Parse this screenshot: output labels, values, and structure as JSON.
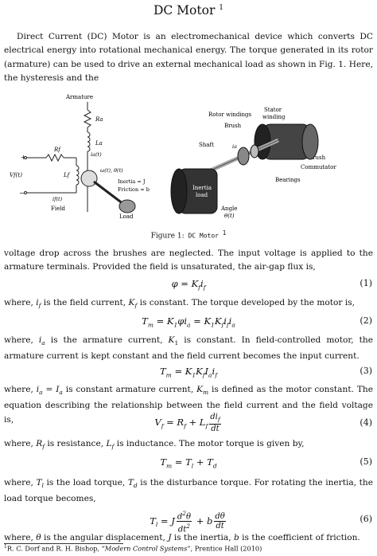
{
  "title": "DC Motor",
  "title_note": "1",
  "intro": "Direct Current (DC) Motor is an electromechanical device which converts DC electrical energy into rotational mechanical energy. The torque generated in its rotor (armature) can be used to drive an external mechanical load as shown in Fig. 1. Here, the hysteresis and the",
  "figure": {
    "labels": {
      "armature": "Armature",
      "ra": "Ra",
      "la": "La",
      "ia": "ia(t)",
      "rf": "Rf",
      "vf": "Vf(t)",
      "lf": "Lf",
      "omega": "ω(t), θ(t)",
      "inertia": "Inertia = J",
      "friction": "Friction = b",
      "if": "if(t)",
      "field": "Field",
      "load": "Load",
      "stator": "Stator",
      "winding": "winding",
      "rotor_windings": "Rotor windings",
      "brush_top": "Brush",
      "shaft": "Shaft",
      "ia_small": "ia",
      "brush_right": "Brush",
      "commutator": "Commutator",
      "bearings": "Bearings",
      "inertia_load_1": "Inertia",
      "inertia_load_2": "load",
      "angle_1": "Angle",
      "angle_2": "θ(t)",
      "plus": "+",
      "minus": "−"
    },
    "caption_prefix": "Figure 1:",
    "caption_text": "DC Motor",
    "caption_note": "1"
  },
  "para1": "voltage drop across the brushes are neglected. The input voltage is applied to the armature terminals. Provided the field is unsaturated, the air-gap flux is,",
  "eq1": {
    "num": "(1)"
  },
  "para2": "where, i_f is the field current, K_f is constant. The torque developed by the motor is,",
  "eq2": {
    "num": "(2)"
  },
  "para3": "where, i_a is the armature current, K_1 is constant. In field-controlled motor, the armature current is kept constant and the field current becomes the input current.",
  "eq3": {
    "num": "(3)"
  },
  "para4": "where, i_a = I_a is constant armature current, K_m is defined as the motor constant. The equation describing the relationship between the field current and the field voltage is,",
  "eq4": {
    "num": "(4)"
  },
  "para5": "where, R_f is resistance, L_f is inductance. The motor torque is given by,",
  "eq5": {
    "num": "(5)"
  },
  "para6": "where, T_l is the load torque, T_d is the disturbance torque. For rotating the inertia, the load torque becomes,",
  "eq6": {
    "num": "(6)"
  },
  "para7": "where, θ is the angular displacement, J is the inertia, b is the coefficient of friction.",
  "footnote": {
    "mark": "1",
    "authors": "R. C. Dorf and R. H. Bishop,",
    "book": "“Modern Control Systems”",
    "rest": ", Prentice Hall (2010)"
  }
}
